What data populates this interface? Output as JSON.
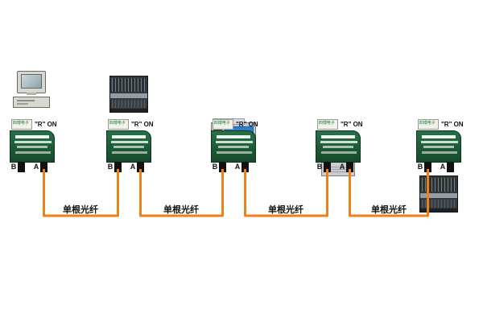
{
  "canvas": {
    "background": "#ffffff"
  },
  "colors": {
    "cable": "#ef7f1a",
    "converter_body": "#1d5a36",
    "port": "#111111"
  },
  "devices": [
    {
      "icon": "desktop-computer-icon"
    },
    {
      "icon": "plc-rack-icon"
    },
    {
      "icon": "plc-blue-connector-icon"
    },
    {
      "icon": "compact-plc-icon"
    },
    {
      "icon": "plc-rack-icon"
    }
  ],
  "converters": [
    {
      "brand": "四博电子",
      "switch_label": "\"R\" ON",
      "port_left": "B",
      "port_right": "A"
    },
    {
      "brand": "四博电子",
      "switch_label": "\"R\" ON",
      "port_left": "B",
      "port_right": "A"
    },
    {
      "brand": "四博电子",
      "switch_label": "\"R\" ON",
      "port_left": "B",
      "port_right": "A"
    },
    {
      "brand": "四博电子",
      "switch_label": "\"R\" ON",
      "port_left": "B",
      "port_right": "A"
    },
    {
      "brand": "四博电子",
      "switch_label": "\"R\" ON",
      "port_left": "B",
      "port_right": "A"
    }
  ],
  "cables": [
    {
      "label": "单根光纤"
    },
    {
      "label": "单根光纤"
    },
    {
      "label": "单根光纤"
    },
    {
      "label": "单根光纤"
    }
  ]
}
